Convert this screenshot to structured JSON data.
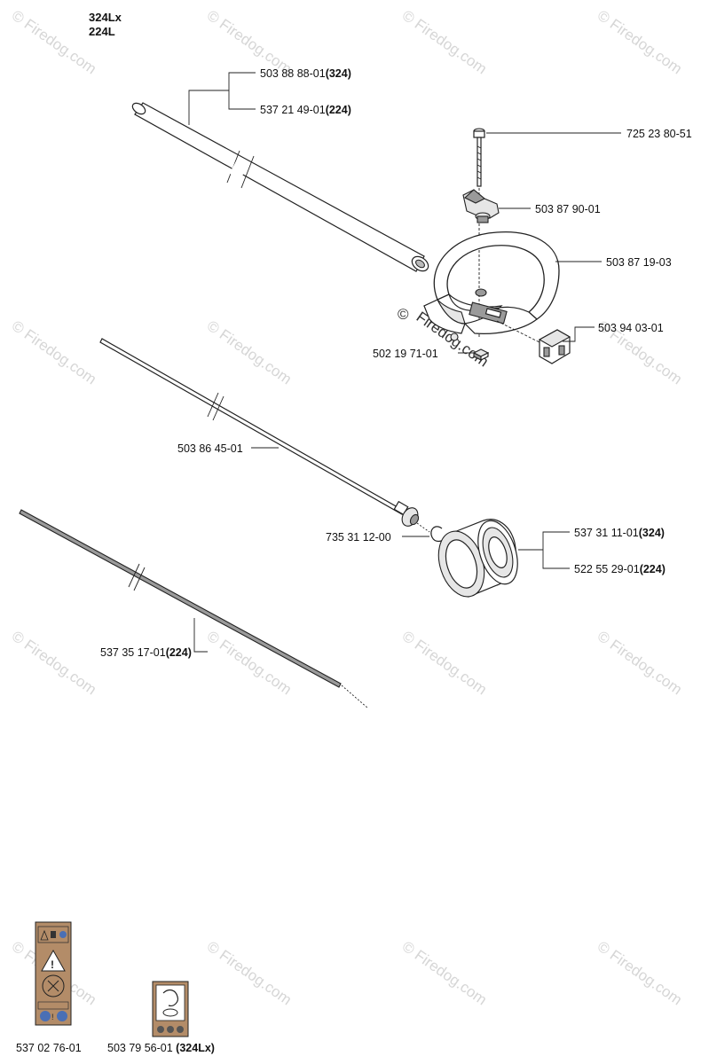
{
  "models": [
    "324Lx",
    "224L"
  ],
  "watermark": "© Firedog.com",
  "watermark_brand": "Firedog.com",
  "watermark_mark": "©",
  "callouts": {
    "tube_324": {
      "number": "503 88 88-01",
      "suffix": "(324)"
    },
    "tube_224": {
      "number": "537 21 49-01",
      "suffix": "(224)"
    },
    "bolt": {
      "number": "725 23 80-51"
    },
    "knob": {
      "number": "503 87 90-01"
    },
    "handle": {
      "number": "503 87 19-03"
    },
    "clamp": {
      "number": "503 94 03-01"
    },
    "nut": {
      "number": "502 19 71-01"
    },
    "shaft": {
      "number": "503 86 45-01"
    },
    "clip": {
      "number": "735 31 12-00"
    },
    "guard_324": {
      "number": "537 31 11-01",
      "suffix": "(324)"
    },
    "guard_224": {
      "number": "522 55 29-01",
      "suffix": "(224)"
    },
    "flex_shaft": {
      "number": "537 35 17-01",
      "suffix": "(224)"
    },
    "decal_1": {
      "number": "537 02 76-01"
    },
    "decal_2": {
      "number": "503 79 56-01",
      "suffix": "(324Lx)"
    }
  }
}
